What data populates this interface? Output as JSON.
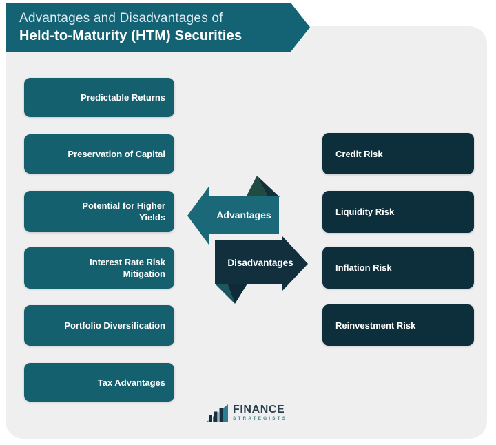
{
  "header": {
    "title_line1": "Advantages and Disadvantages of",
    "title_line2": "Held-to-Maturity (HTM) Securities"
  },
  "advantages": {
    "arrow_label": "Advantages",
    "items": [
      "Predictable Returns",
      "Preservation of Capital",
      "Potential for Higher\nYields",
      "Interest Rate Risk\nMitigation",
      "Portfolio Diversification",
      "Tax Advantages"
    ]
  },
  "disadvantages": {
    "arrow_label": "Disadvantages",
    "items": [
      "Credit Risk",
      "Liquidity Risk",
      "Inflation Risk",
      "Reinvestment Risk"
    ]
  },
  "logo": {
    "brand": "FINANCE",
    "brand_sub": "STRATEGISTS"
  },
  "colors": {
    "banner_teal": "#146375",
    "advantage_box_teal": "#15606E",
    "advantages_arrow_teal": "#1A6878",
    "disadvantage_box_navy": "#0D2E3B",
    "disadvantages_arrow_navy": "#112F3D",
    "panel_gray": "#EFEFEF"
  }
}
